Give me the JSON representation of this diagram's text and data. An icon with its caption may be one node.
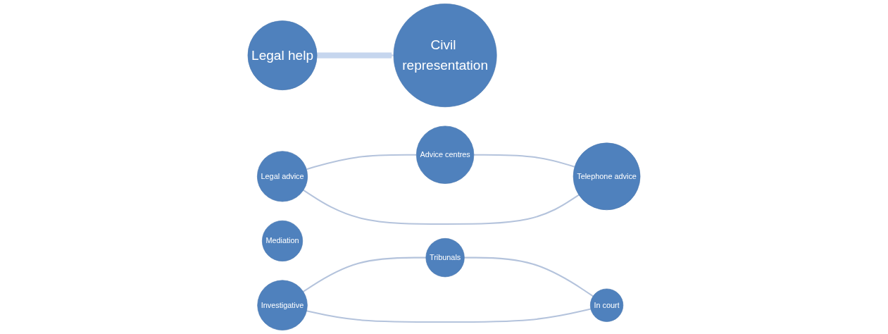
{
  "diagram": {
    "nodes": [
      {
        "text": [
          "Legal help"
        ]
      },
      {
        "text": [
          "Legal advice"
        ]
      },
      {
        "text": [
          "Advice centres"
        ]
      },
      {
        "text": [
          "Telephone advice"
        ]
      },
      {
        "text": [
          "Mediation"
        ]
      },
      {
        "text": [
          "Civil representation"
        ]
      },
      {
        "text": [
          "Investigative"
        ]
      },
      {
        "text": [
          "Tribunals"
        ]
      },
      {
        "text": [
          "In court"
        ]
      }
    ],
    "edges": [
      {
        "from": 1,
        "to": 2,
        "arrow": "none"
      },
      {
        "from": 2,
        "to": 3,
        "arrow": "none"
      },
      {
        "from": 3,
        "to": 1,
        "arrow": "none"
      },
      {
        "from": 0,
        "to": 5,
        "arrow": "to",
        "style": "thick",
        "color": "#c6d6ee"
      },
      {
        "from": 6,
        "to": 7,
        "arrow": "none"
      },
      {
        "from": 7,
        "to": 8,
        "arrow": "none"
      },
      {
        "from": 8,
        "to": 6,
        "arrow": "none"
      }
    ]
  }
}
